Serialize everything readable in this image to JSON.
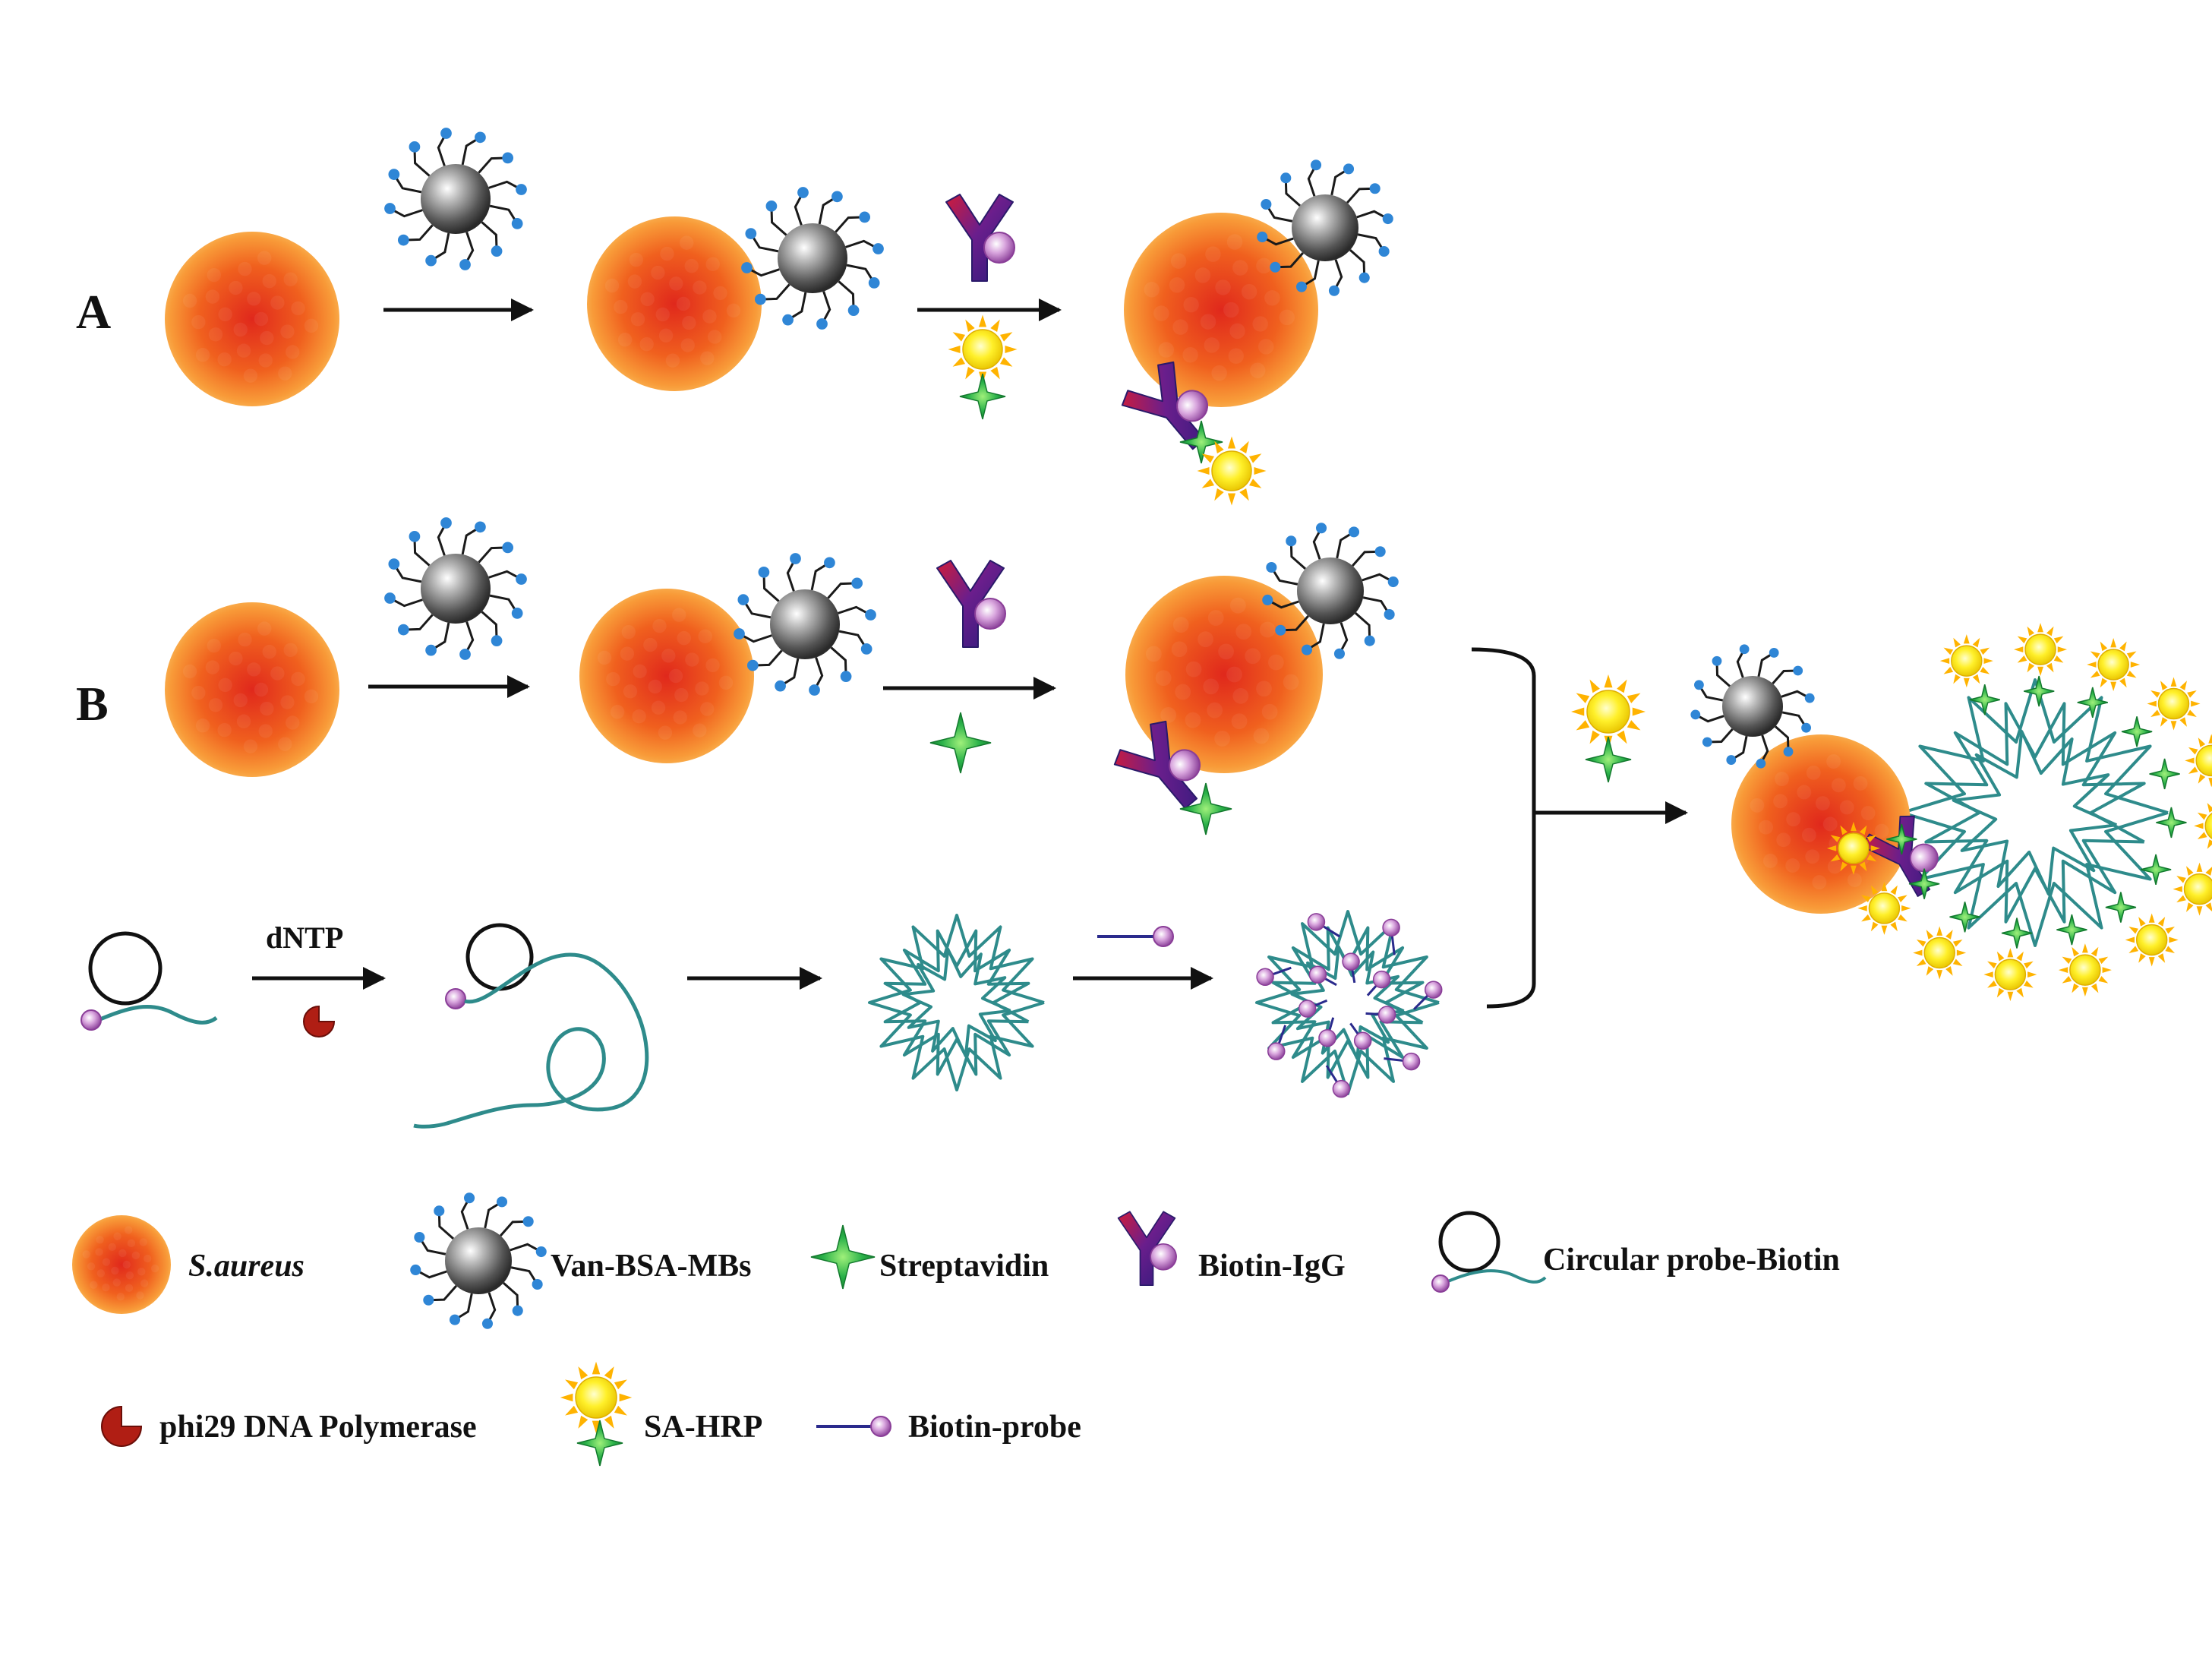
{
  "rows": {
    "a": "A",
    "b": "B"
  },
  "steps": {
    "dntp": "dNTP"
  },
  "legend": {
    "s_aureus": "S.aureus",
    "van_bsa_mbs": "Van-BSA-MBs",
    "streptavidin": "Streptavidin",
    "biotin_igg": "Biotin-IgG",
    "circular_probe_biotin": "Circular  probe-Biotin",
    "phi29": "phi29  DNA Polymerase",
    "sa_hrp": "SA-HRP",
    "biotin_probe": "Biotin-probe"
  },
  "colors": {
    "bacterium": "#f05a1e",
    "bead": "#8c8c8c",
    "ligand_tip": "#2f86d6",
    "streptavidin": "#2aa84a",
    "hrp": "#ffe21a",
    "antibody": "#5a1f8a",
    "biotin": "#c78ad0",
    "dna_network": "#2e8b8b",
    "probe_line": "#2a2a8c",
    "polymerase": "#b01e14"
  }
}
